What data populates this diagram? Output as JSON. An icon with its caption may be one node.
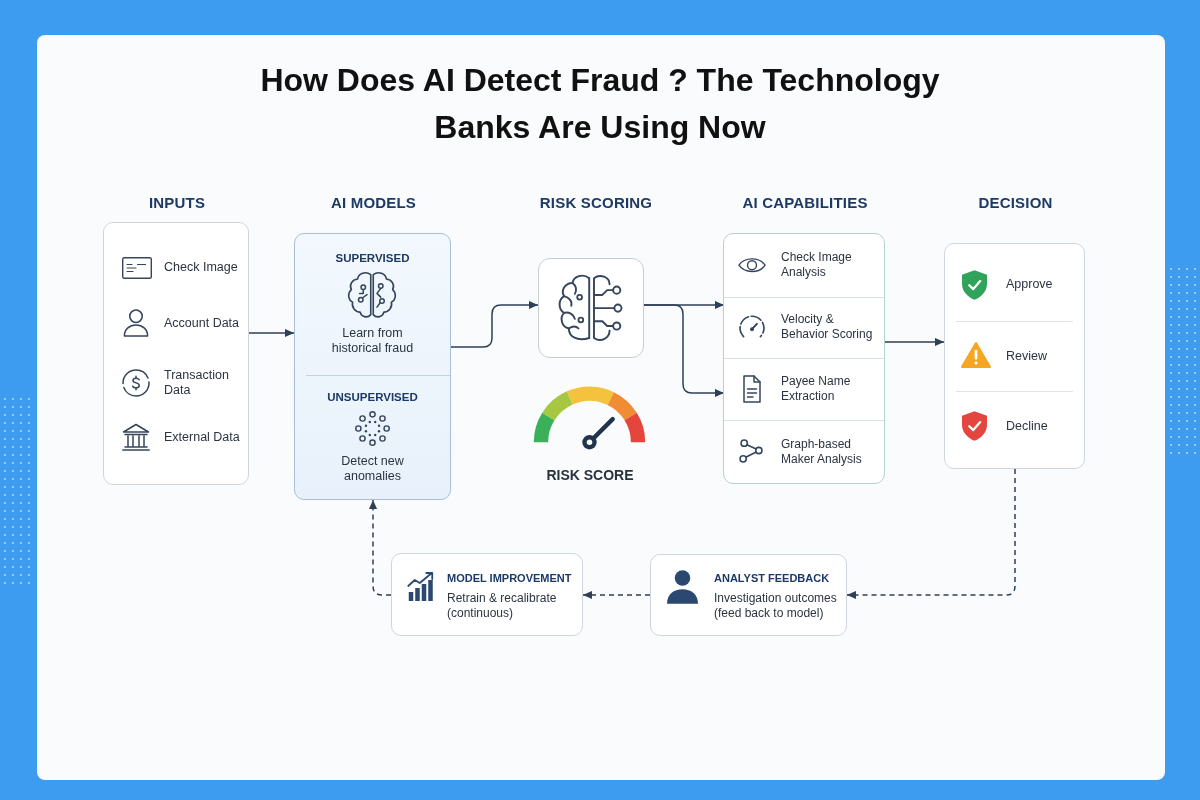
{
  "diagram": {
    "title": "How Does AI Detect Fraud ? The Technology Banks Are Using Now",
    "nodes": [
      {
        "text": [
          "INPUTS",
          "Check Image",
          "Account Data",
          "Transaction Data",
          "External Data"
        ]
      },
      {
        "text": [
          "AI MODELS"
        ]
      },
      {
        "text": [
          "SUPERVISED",
          "Learn from historical fraud"
        ],
        "in": 1
      },
      {
        "text": [
          "UNSUPERVISED",
          "Detect new anomalies"
        ],
        "in": 1
      },
      {
        "text": [],
        "shape": "box"
      },
      {
        "text": [
          "AI CAPABILITIES"
        ]
      },
      {
        "text": [
          "Check Image Analysis"
        ],
        "in": 5
      },
      {
        "text": [
          "Velocity & Behavior Scoring"
        ],
        "in": 5
      },
      {
        "text": [
          "Payee Name Extraction"
        ],
        "in": 5
      },
      {
        "text": [
          "Graph-based Maker Analysis"
        ],
        "in": 5
      },
      {
        "text": [
          "DECISION"
        ]
      },
      {
        "text": [
          "Approve"
        ],
        "in": 10
      },
      {
        "text": [
          "Review"
        ],
        "in": 10
      },
      {
        "text": [
          "Decline"
        ],
        "in": 10
      },
      {
        "text": [
          "MODEL IMPROVEMENT",
          "Retrain & recalibrate (continuous)"
        ]
      },
      {
        "text": [
          "ANALYST FEEDBACK",
          "Investigation outcomes (feed back to model)"
        ]
      }
    ],
    "edges": [
      {
        "from": 0,
        "to": 1,
        "arrow": "to"
      },
      {
        "from": 2,
        "to": 4,
        "arrow": "to"
      },
      {
        "from": 4,
        "to": 7,
        "arrow": "to"
      },
      {
        "from": 4,
        "to": 8,
        "arrow": "to"
      },
      {
        "from": 5,
        "to": 10,
        "arrow": "to"
      },
      {
        "from": 10,
        "to": 15,
        "arrow": "to",
        "style": "dashed"
      },
      {
        "from": 15,
        "to": 14,
        "arrow": "to",
        "style": "dashed"
      },
      {
        "from": 14,
        "to": 1,
        "arrow": "to",
        "style": "dashed"
      }
    ],
    "labels": [
      "RISK SCORING",
      "RISK SCORE"
    ]
  }
}
